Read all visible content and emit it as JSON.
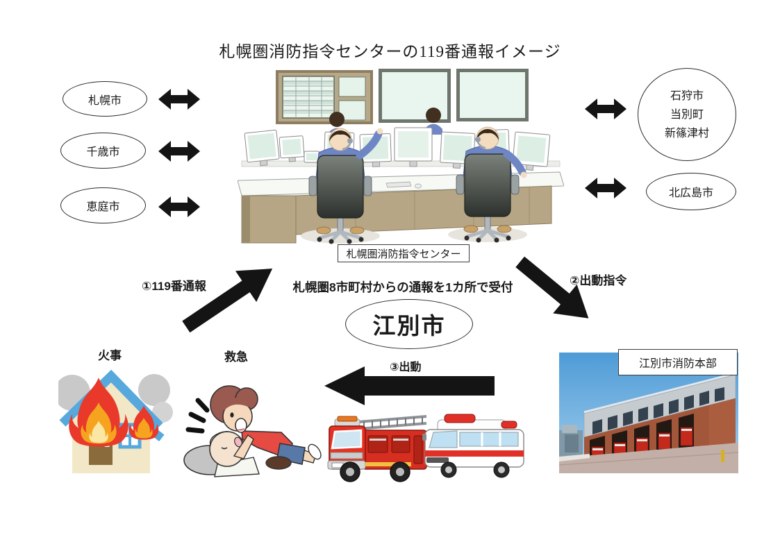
{
  "title": "札幌圏消防指令センターの119番通報イメージ",
  "left_cities": [
    "札幌市",
    "千歳市",
    "恵庭市"
  ],
  "right_groups": {
    "ishikari_area": {
      "lines": [
        "石狩市",
        "当別町",
        "新篠津村"
      ]
    },
    "kitahiroshima": "北広島市"
  },
  "command_center": {
    "label": "札幌圏消防指令センター",
    "note": "札幌圏8市町村からの通報を1カ所で受付"
  },
  "ebetsu_city": "江別市",
  "steps": {
    "step1": "①119番通報",
    "step2": "②出動指令",
    "step3": "③出動"
  },
  "incidents": {
    "fire": "火事",
    "ems": "救急"
  },
  "fire_hq": {
    "label": "江別市消防本部"
  },
  "illustrations": [
    "dispatch-center-illustration",
    "burning-house-illustration",
    "cpr-first-aid-illustration",
    "fire-truck-illustration",
    "ambulance-illustration",
    "fire-headquarters-photo"
  ],
  "colors": {
    "arrow": "#141414",
    "outline": "#2a2a2a",
    "flame_red": "#e8392a",
    "flame_orange": "#f6a31f",
    "roof_blue": "#57a8dc",
    "uniform_blue": "#6f86c4",
    "vehicle_red": "#dd2f20",
    "sky_blue": "#5fa4dc",
    "brick_red": "#a5593c"
  }
}
